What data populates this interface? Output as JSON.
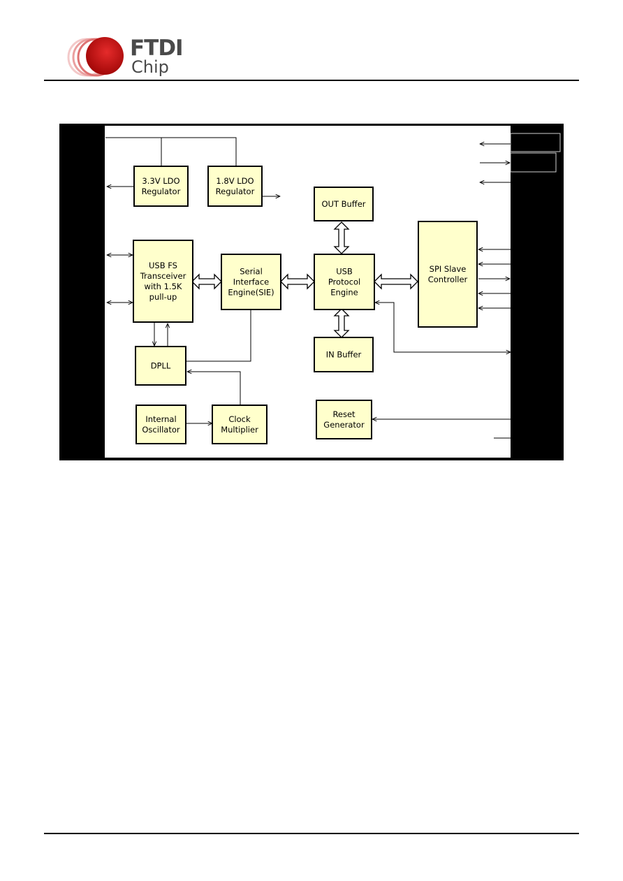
{
  "header": {
    "brand_line1": "FTDI",
    "brand_line2": "Chip",
    "logo_icon": "ftdi-concentric-circles-logo",
    "logo_color": "#cc1111"
  },
  "diagram": {
    "blocks": {
      "ldo33": [
        "3.3V LDO",
        "Regulator"
      ],
      "ldo18": [
        "1.8V LDO",
        "Regulator"
      ],
      "outbuf": [
        "OUT Buffer"
      ],
      "usbfs": [
        "USB  FS",
        "Transceiver",
        "with 1.5K",
        "pull-up"
      ],
      "sie": [
        "Serial",
        "Interface",
        "Engine(SIE)"
      ],
      "upe": [
        "USB",
        "Protocol",
        "Engine"
      ],
      "spi": [
        "SPI Slave",
        "Controller"
      ],
      "inbuf": [
        "IN Buffer"
      ],
      "dpll": [
        "DPLL"
      ],
      "osc": [
        "Internal",
        "Oscillator"
      ],
      "clk": [
        "Clock",
        "Multiplier"
      ],
      "reset": [
        "Reset",
        "Generator"
      ]
    },
    "colors": {
      "block_fill": "#ffffcc",
      "block_stroke": "#000000",
      "side_panel": "#000000"
    }
  }
}
